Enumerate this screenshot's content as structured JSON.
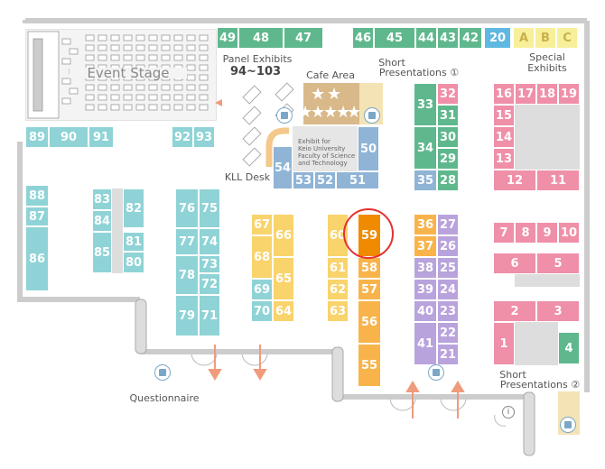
{
  "colors": {
    "green": "#5fb88d",
    "teal": "#8fd3d6",
    "yellow": "#f9d36b",
    "orange": "#f8b44a",
    "highlight": "#f08a00",
    "purple": "#b9a3dc",
    "pink": "#ef8fa8",
    "blue": "#8fb4d6",
    "pale_yellow": "#f7ef9a",
    "lightblue": "#5fb8e2",
    "grey": "#dddddd",
    "marker": "#e53030",
    "arrow": "#ef9b7c"
  },
  "labels": {
    "event_stage": "Event Stage",
    "panel_exhibits_title": "Panel Exhibits",
    "panel_exhibits_range": "94~103",
    "cafe_area": "Cafe Area",
    "short_pres_1_line1": "Short",
    "short_pres_1_line2": "Presentations ①",
    "special_line1": "Special",
    "special_line2": "Exhibits",
    "kll_desk": "KLL Desk",
    "keio_exhibit_1": "Exhibit for",
    "keio_exhibit_2": "Keio University",
    "keio_exhibit_3": "Faculty of Science",
    "keio_exhibit_4": "and Technology",
    "questionnaire": "Questionnaire",
    "short_pres_2_line1": "Short",
    "short_pres_2_line2": "Presentations ②"
  },
  "icons": [
    "chair-icon",
    "info-icon",
    "star-icon",
    "arrow-down-icon",
    "arrow-up-icon",
    "arrow-left-icon"
  ],
  "highlighted_booth": "59",
  "booths": [
    {
      "id": "49",
      "c": "green"
    },
    {
      "id": "48",
      "c": "green"
    },
    {
      "id": "47",
      "c": "green"
    },
    {
      "id": "46",
      "c": "green"
    },
    {
      "id": "45",
      "c": "green"
    },
    {
      "id": "44",
      "c": "green"
    },
    {
      "id": "43",
      "c": "green"
    },
    {
      "id": "42",
      "c": "green"
    },
    {
      "id": "20",
      "c": "lightblue"
    },
    {
      "id": "A",
      "c": "pale_yellow"
    },
    {
      "id": "B",
      "c": "pale_yellow"
    },
    {
      "id": "C",
      "c": "pale_yellow"
    },
    {
      "id": "89",
      "c": "teal"
    },
    {
      "id": "90",
      "c": "teal"
    },
    {
      "id": "91",
      "c": "teal"
    },
    {
      "id": "92",
      "c": "teal"
    },
    {
      "id": "93",
      "c": "teal"
    },
    {
      "id": "88",
      "c": "teal"
    },
    {
      "id": "87",
      "c": "teal"
    },
    {
      "id": "86",
      "c": "teal"
    },
    {
      "id": "83",
      "c": "teal"
    },
    {
      "id": "84",
      "c": "teal"
    },
    {
      "id": "85",
      "c": "teal"
    },
    {
      "id": "82",
      "c": "teal"
    },
    {
      "id": "81",
      "c": "teal"
    },
    {
      "id": "80",
      "c": "teal"
    },
    {
      "id": "76",
      "c": "teal"
    },
    {
      "id": "75",
      "c": "teal"
    },
    {
      "id": "77",
      "c": "teal"
    },
    {
      "id": "74",
      "c": "teal"
    },
    {
      "id": "78",
      "c": "teal"
    },
    {
      "id": "73",
      "c": "teal"
    },
    {
      "id": "72",
      "c": "teal"
    },
    {
      "id": "79",
      "c": "teal"
    },
    {
      "id": "71",
      "c": "teal"
    },
    {
      "id": "67",
      "c": "yellow"
    },
    {
      "id": "66",
      "c": "yellow"
    },
    {
      "id": "68",
      "c": "yellow"
    },
    {
      "id": "65",
      "c": "yellow"
    },
    {
      "id": "69",
      "c": "teal"
    },
    {
      "id": "70",
      "c": "teal"
    },
    {
      "id": "64",
      "c": "yellow"
    },
    {
      "id": "60",
      "c": "yellow"
    },
    {
      "id": "61",
      "c": "yellow"
    },
    {
      "id": "62",
      "c": "yellow"
    },
    {
      "id": "63",
      "c": "yellow"
    },
    {
      "id": "59",
      "c": "highlight"
    },
    {
      "id": "58",
      "c": "orange"
    },
    {
      "id": "57",
      "c": "orange"
    },
    {
      "id": "56",
      "c": "orange"
    },
    {
      "id": "55",
      "c": "orange"
    },
    {
      "id": "54",
      "c": "blue"
    },
    {
      "id": "53",
      "c": "blue"
    },
    {
      "id": "52",
      "c": "blue"
    },
    {
      "id": "51",
      "c": "blue"
    },
    {
      "id": "50",
      "c": "blue"
    },
    {
      "id": "33",
      "c": "green"
    },
    {
      "id": "32",
      "c": "pink"
    },
    {
      "id": "31",
      "c": "green"
    },
    {
      "id": "34",
      "c": "green"
    },
    {
      "id": "30",
      "c": "green"
    },
    {
      "id": "29",
      "c": "green"
    },
    {
      "id": "35",
      "c": "blue"
    },
    {
      "id": "28",
      "c": "green"
    },
    {
      "id": "36",
      "c": "orange"
    },
    {
      "id": "27",
      "c": "purple"
    },
    {
      "id": "37",
      "c": "orange"
    },
    {
      "id": "26",
      "c": "purple"
    },
    {
      "id": "38",
      "c": "purple"
    },
    {
      "id": "25",
      "c": "purple"
    },
    {
      "id": "39",
      "c": "purple"
    },
    {
      "id": "24",
      "c": "purple"
    },
    {
      "id": "40",
      "c": "purple"
    },
    {
      "id": "23",
      "c": "purple"
    },
    {
      "id": "41",
      "c": "purple"
    },
    {
      "id": "22",
      "c": "purple"
    },
    {
      "id": "21",
      "c": "purple"
    },
    {
      "id": "16",
      "c": "pink"
    },
    {
      "id": "17",
      "c": "pink"
    },
    {
      "id": "18",
      "c": "pink"
    },
    {
      "id": "19",
      "c": "pink"
    },
    {
      "id": "15",
      "c": "pink"
    },
    {
      "id": "14",
      "c": "pink"
    },
    {
      "id": "13",
      "c": "pink"
    },
    {
      "id": "12",
      "c": "pink"
    },
    {
      "id": "11",
      "c": "pink"
    },
    {
      "id": "7",
      "c": "pink"
    },
    {
      "id": "8",
      "c": "pink"
    },
    {
      "id": "9",
      "c": "pink"
    },
    {
      "id": "10",
      "c": "pink"
    },
    {
      "id": "6",
      "c": "pink"
    },
    {
      "id": "5",
      "c": "pink"
    },
    {
      "id": "2",
      "c": "pink"
    },
    {
      "id": "3",
      "c": "pink"
    },
    {
      "id": "1",
      "c": "pink"
    },
    {
      "id": "4",
      "c": "green"
    }
  ]
}
